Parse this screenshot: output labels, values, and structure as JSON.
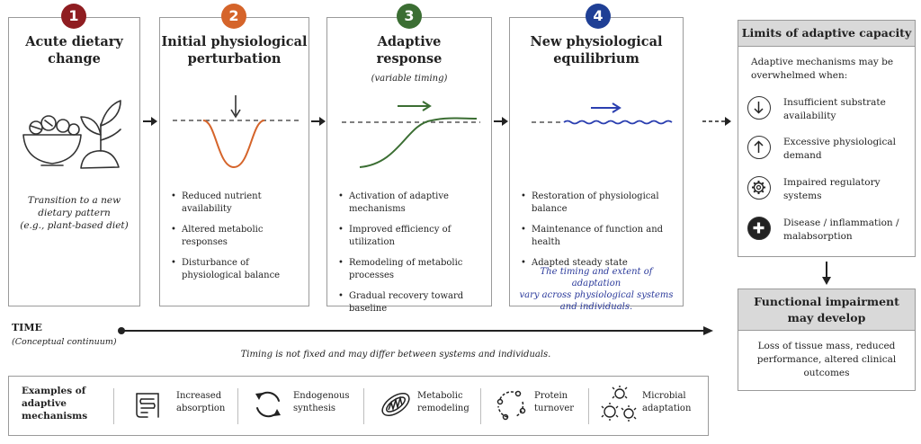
{
  "steps": [
    {
      "number": "1",
      "title": "Acute dietary\nchange",
      "color": "#8f1d21",
      "caption": "Transition to a new\ndietary pattern\n(e.g., plant-based diet)"
    },
    {
      "number": "2",
      "title": "Initial physiological\nperturbation",
      "color": "#d5642a",
      "bullets": [
        "Reduced nutrient availability",
        "Altered metabolic responses",
        "Disturbance of physiological balance"
      ]
    },
    {
      "number": "3",
      "title": "Adaptive\nresponse",
      "color": "#3b6e33",
      "subtitle": "(variable timing)",
      "bullets": [
        "Activation of adaptive mechanisms",
        "Improved efficiency of utilization",
        "Remodeling of metabolic processes",
        "Gradual recovery toward baseline"
      ]
    },
    {
      "number": "4",
      "title": "New physiological\nequilibrium",
      "color": "#1f3f95",
      "bullets": [
        "Restoration of physiological balance",
        "Maintenance of function and health",
        "Adapted steady state"
      ],
      "note": "The timing and extent of adaptation\nvary across physiological systems\nand individuals."
    }
  ],
  "colors": {
    "wave": "#2b3fb0",
    "curve2": "#d5642a",
    "curve3": "#3b6e33"
  },
  "limits": {
    "title": "Limits of adaptive capacity",
    "intro": "Adaptive mechanisms may be overwhelmed when:",
    "items": [
      {
        "icon": "down-arrow-icon",
        "label": "Insufficient substrate availability"
      },
      {
        "icon": "up-arrow-icon",
        "label": "Excessive physiological demand"
      },
      {
        "icon": "gear-icon",
        "label": "Impaired regulatory systems"
      },
      {
        "icon": "plus-icon",
        "label": "Disease / inflammation / malabsorption"
      }
    ]
  },
  "impairment": {
    "title": "Functional impairment\nmay develop",
    "text": "Loss of tissue mass, reduced performance, altered clinical outcomes"
  },
  "time": {
    "label": "TIME",
    "sublabel": "(Conceptual continuum)",
    "note": "Timing is not fixed and may differ between systems and individuals."
  },
  "examples": {
    "title": "Examples of\nadaptive\nmechanisms",
    "items": [
      {
        "icon": "intestine-icon",
        "label": "Increased\nabsorption"
      },
      {
        "icon": "cycle-arrows-icon",
        "label": "Endogenous\nsynthesis"
      },
      {
        "icon": "mitochondria-icon",
        "label": "Metabolic\nremodeling"
      },
      {
        "icon": "protein-turnover-icon",
        "label": "Protein\nturnover"
      },
      {
        "icon": "microbe-icon",
        "label": "Microbial\nadaptation"
      }
    ]
  }
}
